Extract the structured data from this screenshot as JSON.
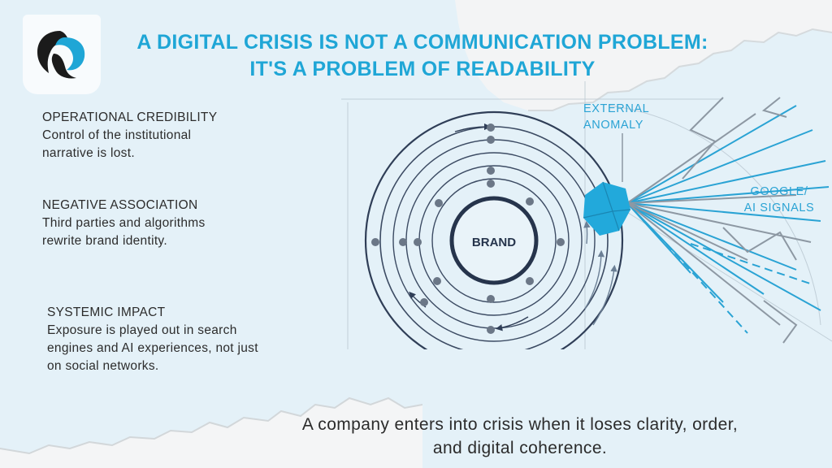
{
  "header": {
    "title_line1": "A DIGITAL CRISIS IS NOT A COMMUNICATION PROBLEM:",
    "title_line2": "IT'S A PROBLEM OF READABILITY"
  },
  "points": [
    {
      "heading": "OPERATIONAL CREDIBILITY",
      "body": "Control of the institutional narrative is lost."
    },
    {
      "heading": "NEGATIVE ASSOCIATION",
      "body": "Third parties and algorithms rewrite brand identity."
    },
    {
      "heading": "SYSTEMIC IMPACT",
      "body": "Exposure is played out in search engines and AI experiences, not just on social networks."
    }
  ],
  "diagram": {
    "center_label": "BRAND",
    "external_label_line1": "EXTERNAL",
    "external_label_line2": "ANOMALY",
    "signals_label_line1": "GOOGLE/",
    "signals_label_line2": "AI SIGNALS"
  },
  "footer": {
    "line1": "A company enters into crisis when it loses clarity, order,",
    "line2": "and digital coherence."
  },
  "colors": {
    "accent": "#1fa6d6",
    "ring": "#2f3e57",
    "background": "#e4f1f8",
    "logo_blue": "#1fa6d6",
    "logo_dark": "#1b1b1b"
  },
  "icons": {
    "logo": "brand-logo-icon"
  }
}
